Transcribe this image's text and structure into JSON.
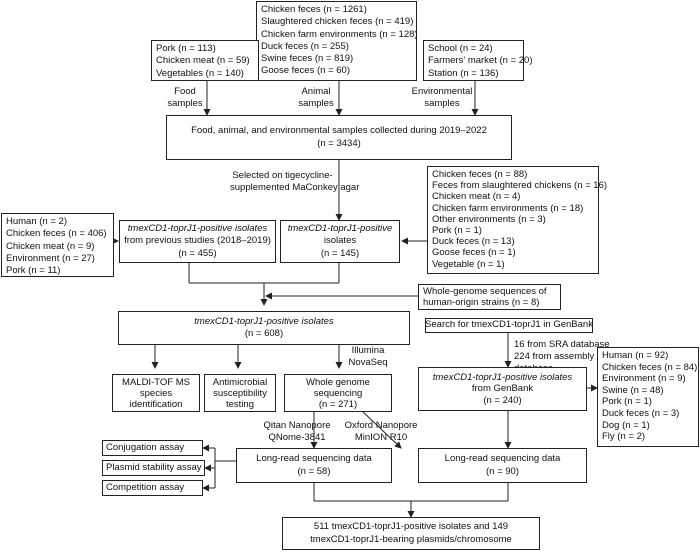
{
  "boxes": {
    "animal_sources": [
      "Chicken feces (n = 1261)",
      "Slaughtered chicken feces (n = 419)",
      "Chicken farm environments (n = 128)",
      "Duck feces (n = 255)",
      "Swine feces (n = 819)",
      "Goose feces (n = 60)"
    ],
    "food_sources": [
      "Pork (n = 113)",
      "Chicken meat (n = 59)",
      "Vegetables (n = 140)"
    ],
    "env_sources": [
      "School (n = 24)",
      "Farmers' market (n = 20)",
      "Station (n = 136)"
    ],
    "samples_collected": [
      "Food, animal, and environmental samples collected during 2019–2022",
      "(n = 3434)"
    ],
    "previous_breakdown": [
      "Human (n = 2)",
      "Chicken feces (n = 406)",
      "Chicken meat (n = 9)",
      "Environment (n = 27)",
      "Pork (n = 11)"
    ],
    "previous_isolates": [
      "tmexCD1-toprJ1-positive isolates",
      "from previous studies (2018–2019)",
      "(n = 455)"
    ],
    "positive_isolates": [
      "tmexCD1-toprJ1-positive",
      "isolates",
      "(n = 145)"
    ],
    "positive_breakdown": [
      "Chicken feces (n = 88)",
      "Feces from slaughtered chickens  (n = 16)",
      "Chicken meat (n = 4)",
      "Chicken farm environments (n = 18)",
      "Other environments (n = 3)",
      "Pork (n = 1)",
      "Duck feces (n = 13)",
      "Goose feces (n = 1)",
      "Vegetable (n = 1)"
    ],
    "wgs_human": [
      "Whole-genome sequences of",
      "human-origin strains (n = 8)"
    ],
    "combined_isolates": [
      "tmexCD1-toprJ1-positive isolates",
      "(n = 608)"
    ],
    "genbank_search": [
      "Search for tmexCD1-toprJ1 in GenBank"
    ],
    "genbank_isolates": [
      "tmexCD1-toprJ1-positive isolates",
      "from  GenBank",
      "(n = 240)"
    ],
    "genbank_breakdown": [
      "Human (n = 92)",
      "Chicken feces (n = 84)",
      "Environment (n = 9)",
      "Swine (n = 48)",
      "Pork (n = 1)",
      "Duck feces (n = 3)",
      "Dog (n = 1)",
      "Fly (n = 2)"
    ],
    "maldi": [
      "MALDI-TOF MS",
      "species",
      "identification"
    ],
    "antimicrobial": [
      "Antimicrobial",
      "susceptibility",
      "testing"
    ],
    "wgs": [
      "Whole genome",
      "sequencing",
      "(n = 271)"
    ],
    "longread_1": [
      "Long-read sequencing data",
      "(n = 58)"
    ],
    "longread_2": [
      "Long-read  sequencing data",
      "(n = 90)"
    ],
    "conjugation": [
      "Conjugation assay"
    ],
    "plasmid_stability": [
      "Plasmid stability assay"
    ],
    "competition": [
      "Competition assay"
    ],
    "final": [
      "511 tmexCD1-toprJ1-positive isolates and 149",
      "tmexCD1-toprJ1-bearing plasmids/chromosome"
    ]
  },
  "labels": {
    "food_samples": [
      "Food",
      "samples"
    ],
    "animal_samples": [
      "Animal",
      "samples"
    ],
    "env_samples": [
      "Environmental",
      "samples"
    ],
    "selected": [
      "Selected on tigecycline-",
      "supplemented MaConkey agar"
    ],
    "illumina": [
      "Illumina",
      "NovaSeq"
    ],
    "sra": [
      "16 from SRA database",
      "224 from assembly",
      "database"
    ],
    "qitan": [
      "Qitan Nanopore",
      "QNome-3841"
    ],
    "oxford": [
      "Oxford Nanopore",
      "MinION R10"
    ]
  }
}
